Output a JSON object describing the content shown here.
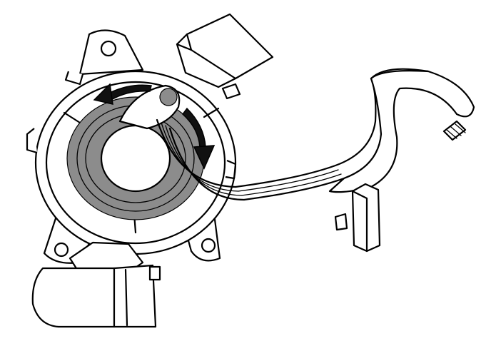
{
  "figure": {
    "components": [
      "clockspring-housing",
      "rotating-hub",
      "rotation-arrows",
      "ribbon-cable",
      "pigtail-connector",
      "harness-connector",
      "mounting-tab",
      "threaded-stud"
    ],
    "colors": {
      "line": "#000000",
      "background": "#ffffff",
      "shading": "#8c8c8c",
      "arrow": "#111111"
    }
  }
}
